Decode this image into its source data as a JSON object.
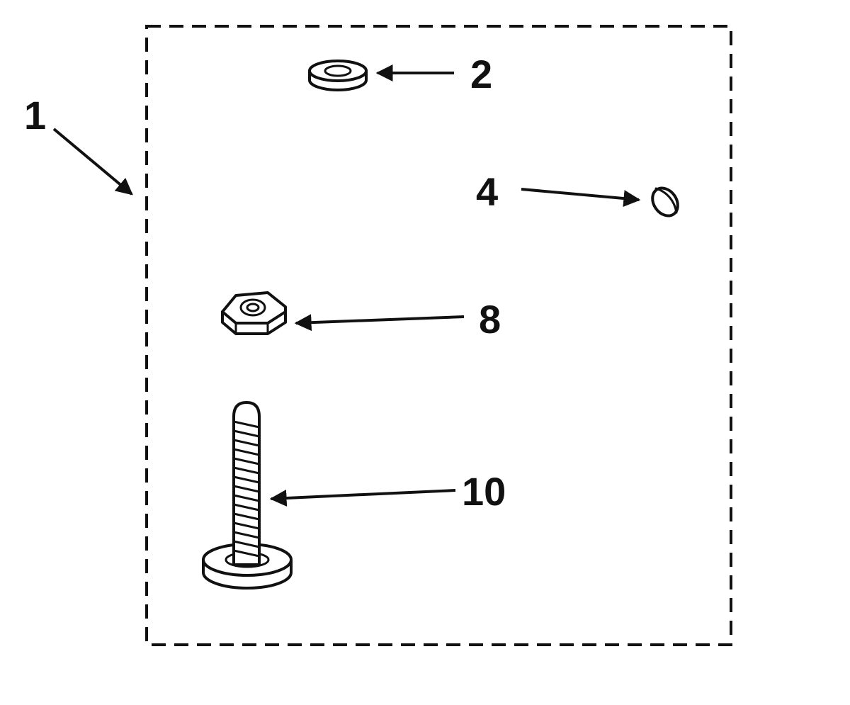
{
  "diagram": {
    "callouts": {
      "kit": "1",
      "washer": "2",
      "clip": "4",
      "nut": "8",
      "screw": "10"
    },
    "line_color": "#111111",
    "background_color": "#ffffff"
  }
}
